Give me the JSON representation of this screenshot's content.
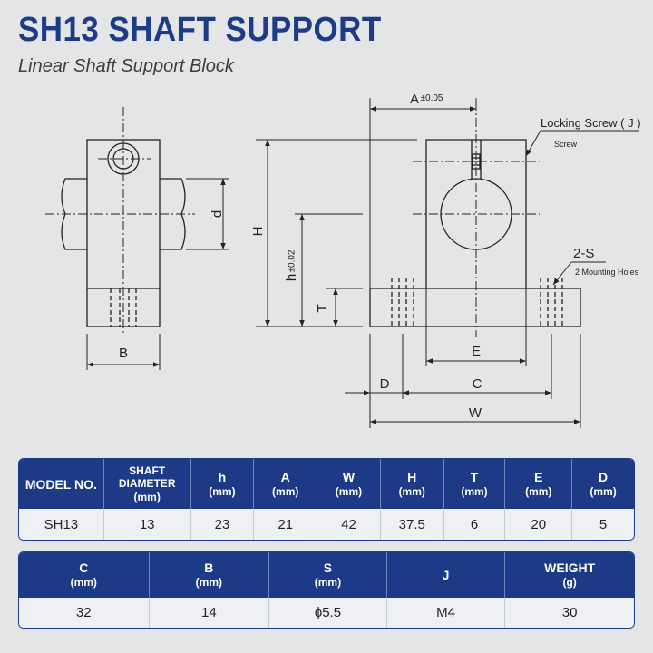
{
  "title": "SH13 SHAFT SUPPORT",
  "subtitle": "Linear Shaft Support Block",
  "diagram": {
    "labels": {
      "d": "d",
      "H": "H",
      "B": "B",
      "h": "h",
      "h_tol": "±0.02",
      "T": "T",
      "A": "A",
      "A_tol": "±0.05",
      "E": "E",
      "D": "D",
      "C": "C",
      "W": "W",
      "locking_screw": "Locking Screw ( J )",
      "screw": "Screw",
      "mounting_code": "2-S",
      "mounting_holes": "2 Mounting Holes"
    }
  },
  "table1": {
    "headers": [
      {
        "label": "MODEL NO.",
        "unit": ""
      },
      {
        "label": "SHAFT DIAMETER",
        "unit": "(mm)"
      },
      {
        "label": "h",
        "unit": "(mm)"
      },
      {
        "label": "A",
        "unit": "(mm)"
      },
      {
        "label": "W",
        "unit": "(mm)"
      },
      {
        "label": "H",
        "unit": "(mm)"
      },
      {
        "label": "T",
        "unit": "(mm)"
      },
      {
        "label": "E",
        "unit": "(mm)"
      },
      {
        "label": "D",
        "unit": "(mm)"
      }
    ],
    "values": [
      "SH13",
      "13",
      "23",
      "21",
      "42",
      "37.5",
      "6",
      "20",
      "5"
    ]
  },
  "table2": {
    "headers": [
      {
        "label": "C",
        "unit": "(mm)"
      },
      {
        "label": "B",
        "unit": "(mm)"
      },
      {
        "label": "S",
        "unit": "(mm)"
      },
      {
        "label": "J",
        "unit": ""
      },
      {
        "label": "WEIGHT",
        "unit": "(g)"
      }
    ],
    "values": [
      "32",
      "14",
      "ϕ5.5",
      "M4",
      "30"
    ]
  }
}
